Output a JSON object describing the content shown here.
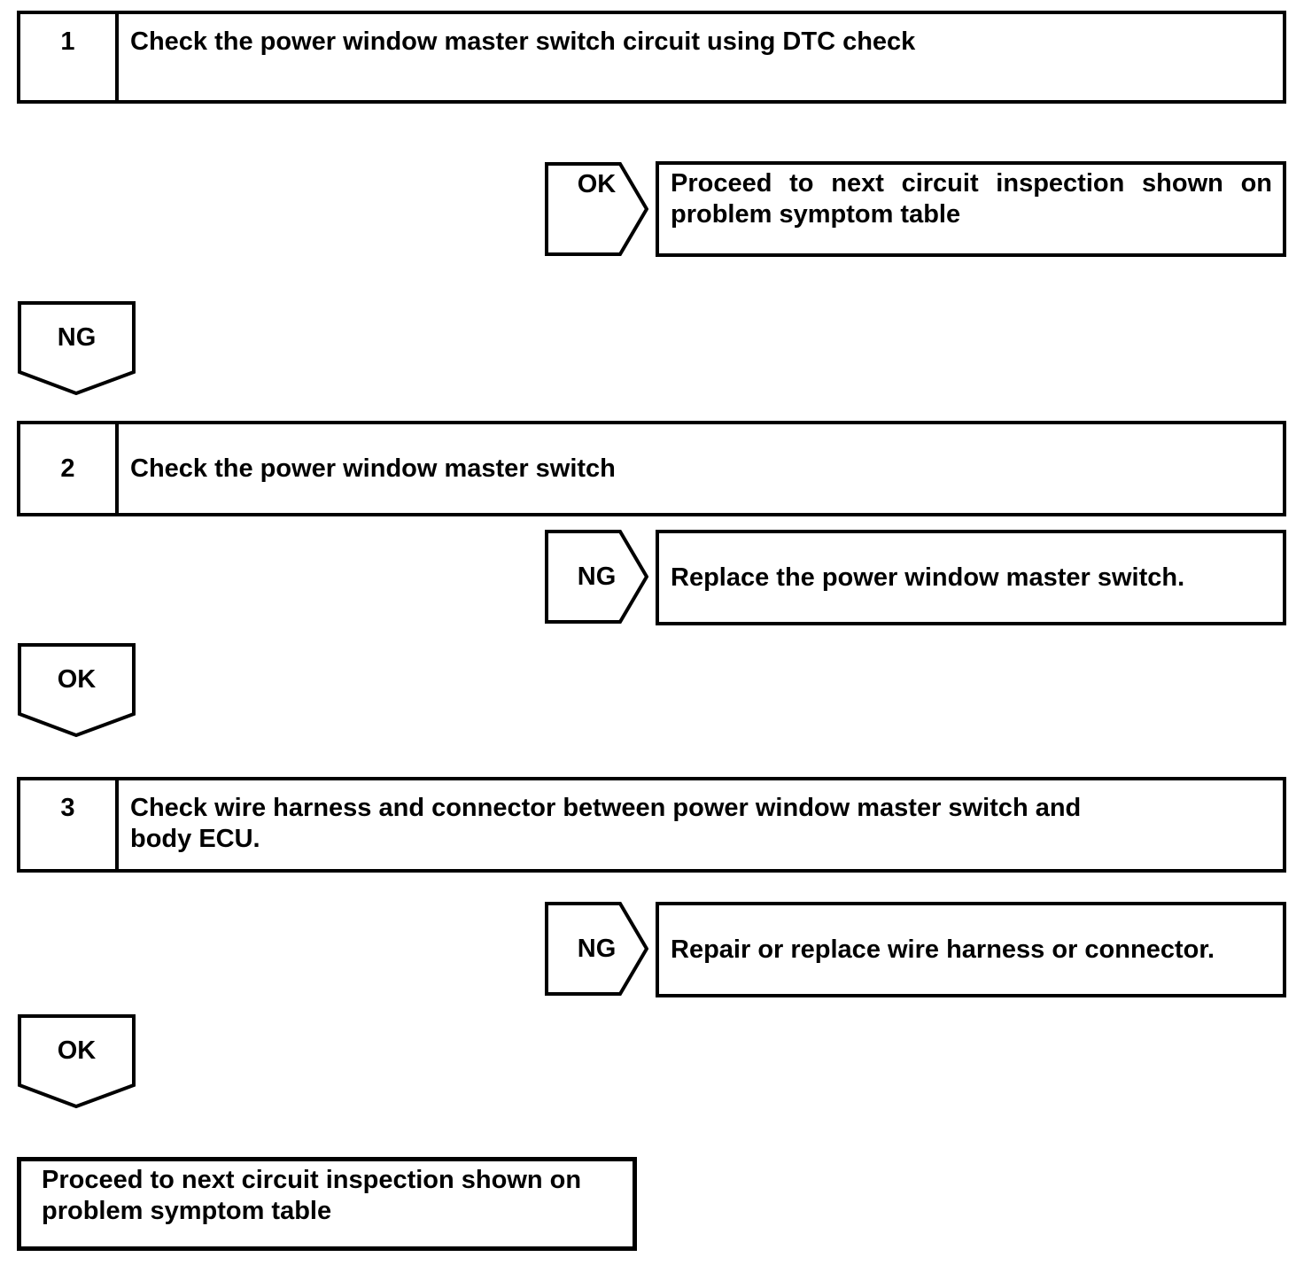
{
  "diagram": {
    "type": "troubleshooting-flowchart",
    "steps": [
      {
        "number": "1",
        "lines": [
          "Check the power window master switch circuit using DTC check"
        ]
      },
      {
        "number": "2",
        "lines": [
          "Check the power window master switch"
        ]
      },
      {
        "number": "3",
        "lines": [
          "Check wire harness and connector between power window master switch and",
          "body ECU."
        ]
      }
    ],
    "branches": [
      {
        "label": "OK",
        "result_lines": [
          "Proceed to next circuit inspection shown on",
          "problem symptom table"
        ]
      },
      {
        "label": "NG",
        "result_lines": [
          "Replace the power window master switch."
        ]
      },
      {
        "label": "NG",
        "result_lines": [
          "Repair or replace wire harness or connector."
        ]
      }
    ],
    "connectors": [
      {
        "label": "NG"
      },
      {
        "label": "OK"
      },
      {
        "label": "OK"
      }
    ],
    "terminal": {
      "lines": [
        "Proceed to next circuit inspection shown on",
        "problem symptom table"
      ]
    }
  },
  "colors": {
    "ink": "#000000",
    "paper": "#ffffff"
  }
}
